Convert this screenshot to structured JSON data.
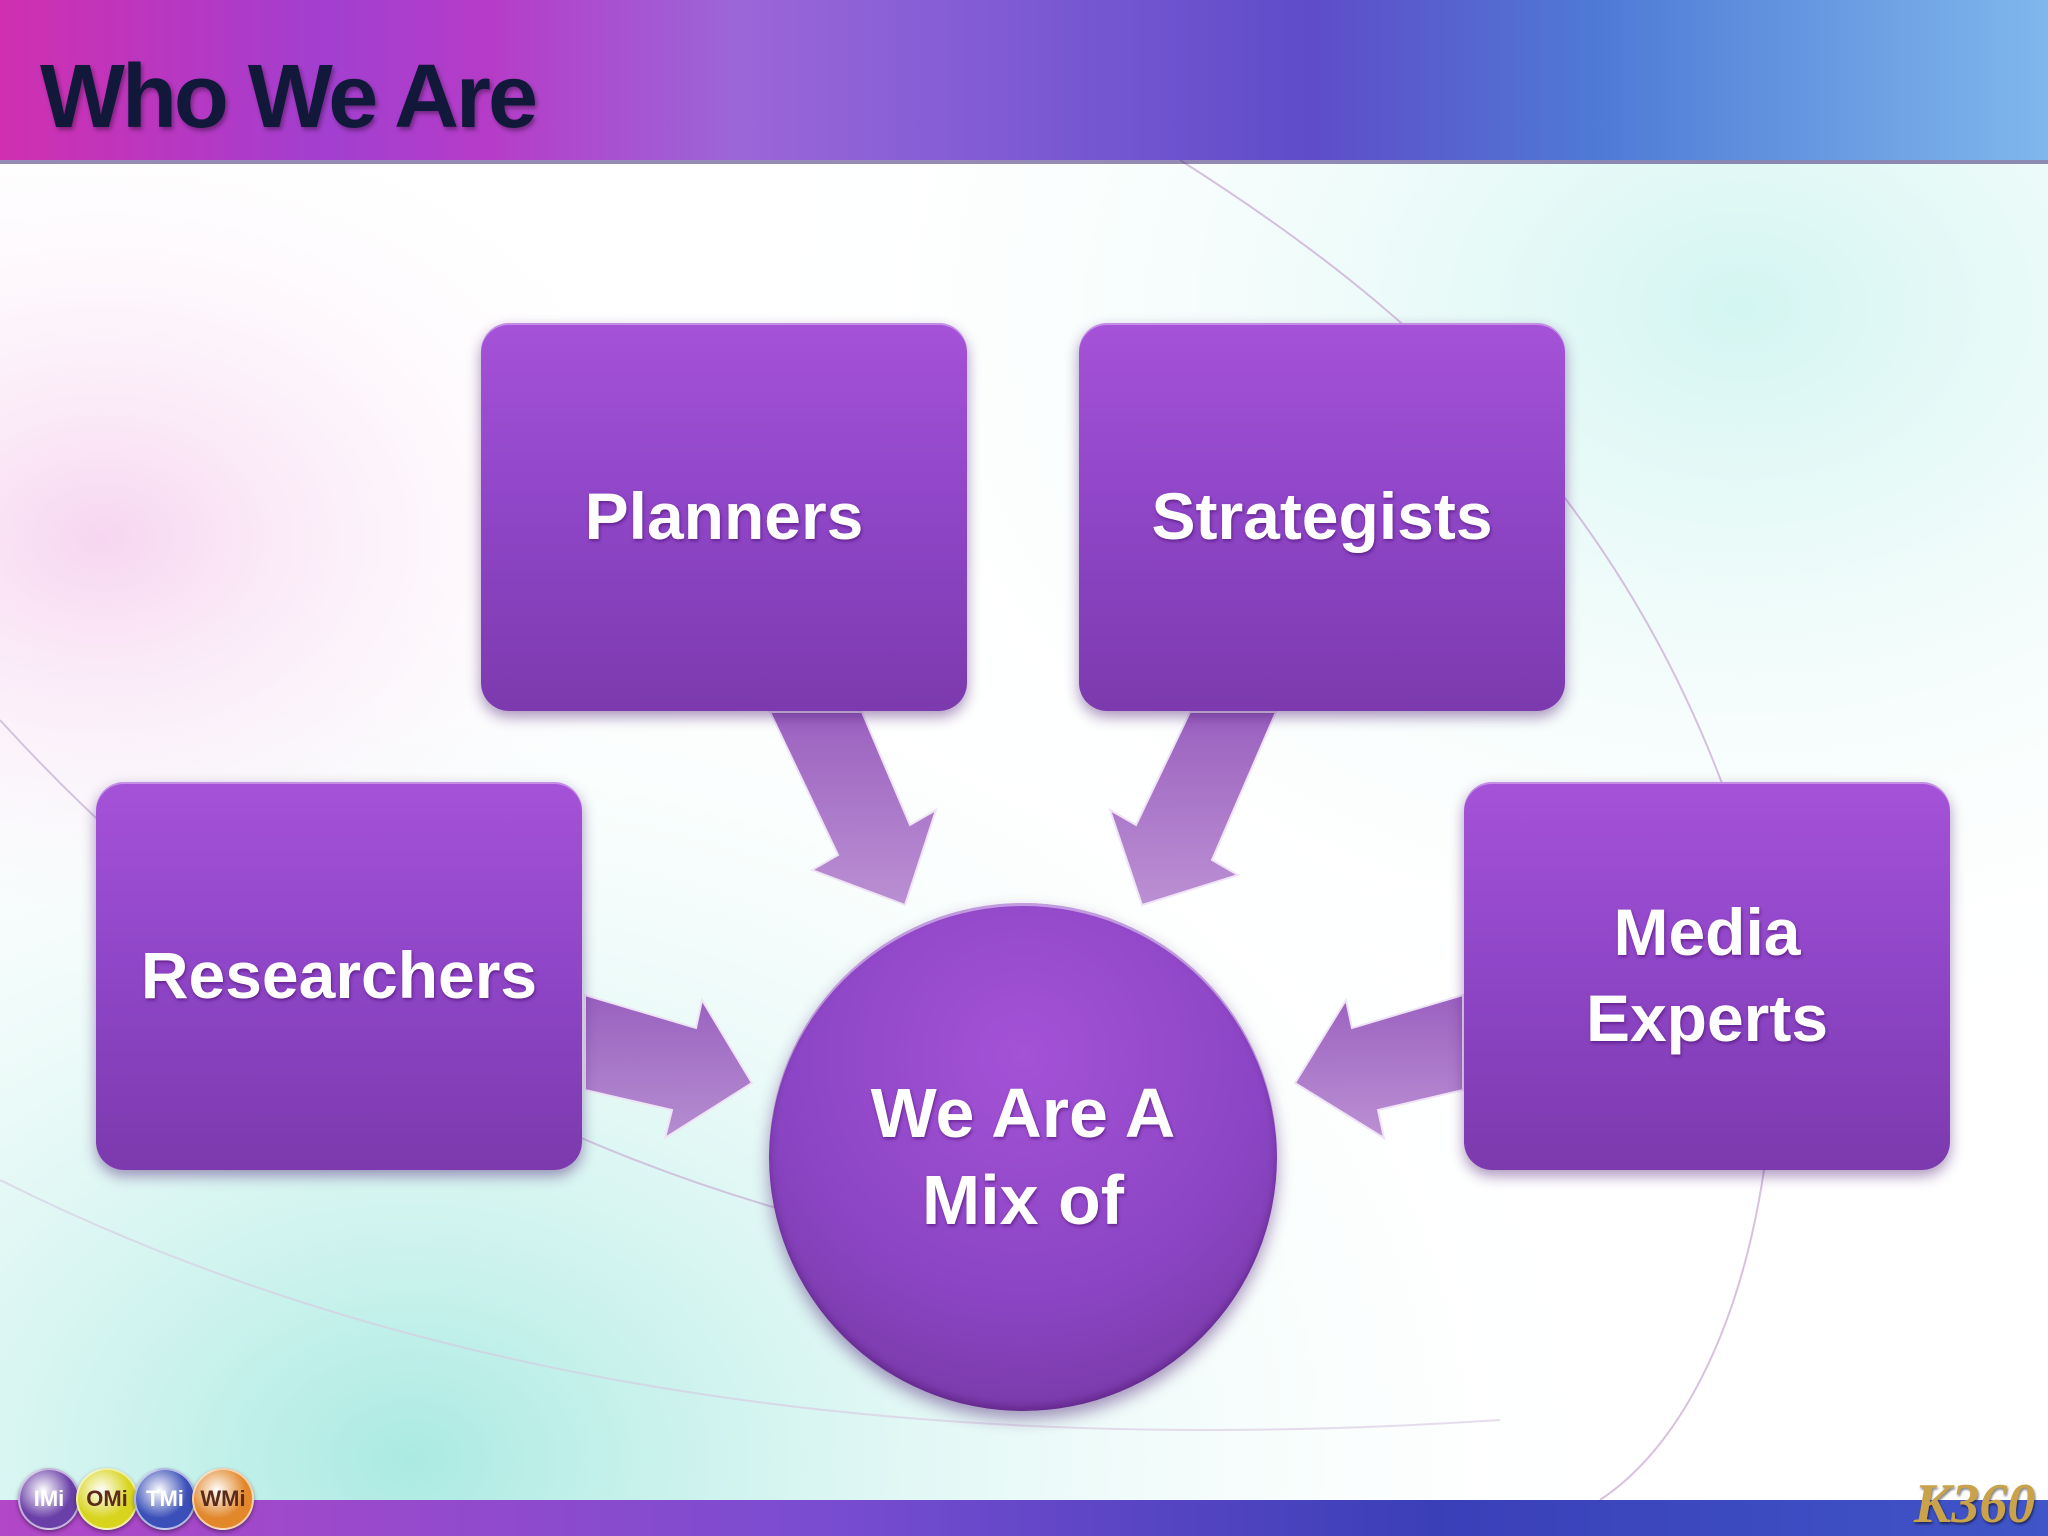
{
  "slide": {
    "title": "Who We Are",
    "center": {
      "line1": "We Are A",
      "line2": "Mix of"
    },
    "nodes": {
      "planners": "Planners",
      "strategists": "Strategists",
      "researchers": "Researchers",
      "media_line1": "Media",
      "media_line2": "Experts"
    }
  },
  "footer": {
    "badges": [
      {
        "text": "IMi",
        "color": "#6a3fa8"
      },
      {
        "text": "OMi",
        "color": "#d8d41e"
      },
      {
        "text": "TMi",
        "color": "#3a4fb8"
      },
      {
        "text": "WMi",
        "color": "#e2872a"
      }
    ],
    "brand": "K360"
  },
  "colors": {
    "node_purple": "#9347c9",
    "arrow_purple": "#9a5ab8",
    "title_navy": "#12183a"
  }
}
